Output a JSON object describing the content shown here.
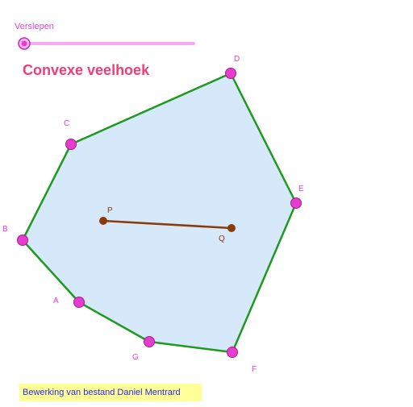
{
  "slider": {
    "label": "Verslepen",
    "value": 0
  },
  "title": "Convexe veelhoek",
  "credit": "Bewerking van bestand Daniel Mentrard",
  "polygon_points": [
    "A",
    "B",
    "C",
    "D",
    "E",
    "F",
    "G"
  ],
  "segment_points": [
    "P",
    "Q"
  ],
  "colors": {
    "polygon_fill": "#d6e9fb",
    "polygon_edge": "#1e9a1e",
    "vertex_point": "#e83cd0",
    "segment": "#8b3a0a",
    "segment_point": "#8b3a0a",
    "slider_track": "#f6a8f0",
    "slider_knob": "#e83cd0"
  }
}
